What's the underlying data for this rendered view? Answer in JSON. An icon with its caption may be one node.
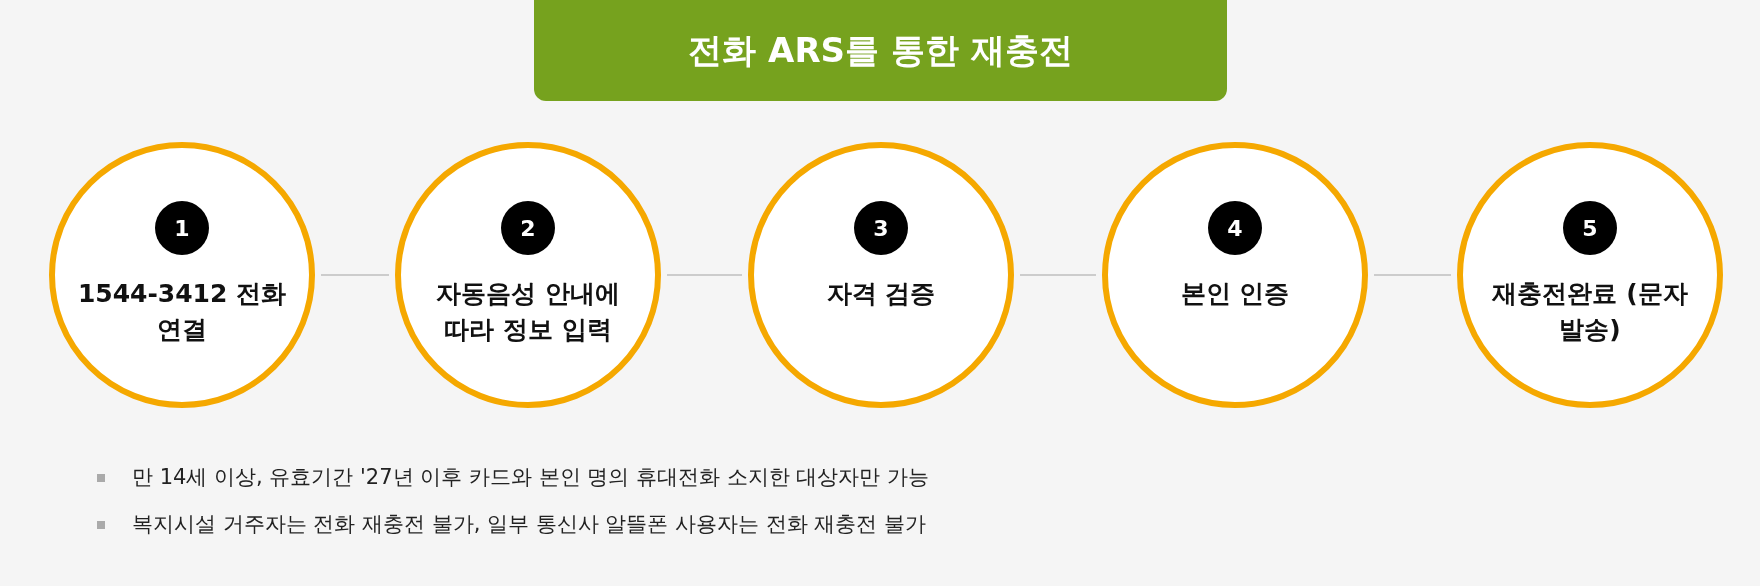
{
  "diagram": {
    "title": "전화 ARS를 통한 재충전",
    "nodes": [
      {
        "text": [
          "1",
          "1544-3412 전화연결"
        ]
      },
      {
        "text": [
          "2",
          "자동음성 안내에 따라 정보 입력"
        ]
      },
      {
        "text": [
          "3",
          "자격 검증"
        ]
      },
      {
        "text": [
          "4",
          "본인 인증"
        ]
      },
      {
        "text": [
          "5",
          "재충전완료 (문자발송)"
        ]
      }
    ],
    "edges": [
      {
        "from": 0,
        "to": 1,
        "arrow": "none"
      },
      {
        "from": 1,
        "to": 2,
        "arrow": "none"
      },
      {
        "from": 2,
        "to": 3,
        "arrow": "none"
      },
      {
        "from": 3,
        "to": 4,
        "arrow": "none"
      }
    ],
    "labels": [
      "만 14세 이상, 유효기간 '27년 이후 카드와 본인 명의 휴대전화 소지한 대상자만 가능",
      "복지시설 거주자는 전화 재충전 불가, 일부 통신사 알뜰폰 사용자는 전화 재충전 불가"
    ]
  }
}
